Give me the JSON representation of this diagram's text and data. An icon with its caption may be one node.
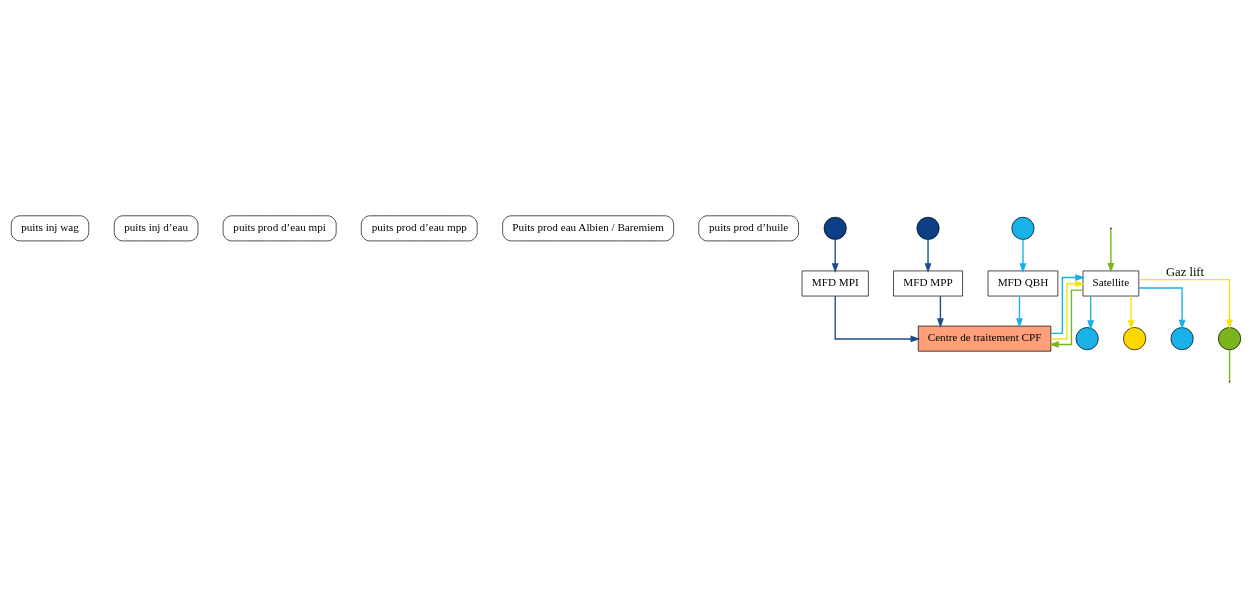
{
  "diagram": {
    "nodes": [
      {
        "text": [
          "puits inj wag"
        ]
      },
      {
        "text": [
          "puits inj d’eau"
        ]
      },
      {
        "text": [
          "puits prod d’eau mpi"
        ]
      },
      {
        "text": [
          "puits prod d’eau mpp"
        ]
      },
      {
        "text": [
          "Puits prod eau Albien / Baremiem"
        ]
      },
      {
        "text": [
          "puits prod d’huile"
        ]
      },
      {
        "text": [],
        "shape": "circle"
      },
      {
        "text": [],
        "shape": "circle"
      },
      {
        "text": [],
        "shape": "circle"
      },
      {
        "text": [],
        "shape": "circle"
      },
      {
        "text": [],
        "shape": "circle"
      },
      {
        "text": [],
        "shape": "circle"
      },
      {
        "text": [],
        "shape": "circle"
      },
      {
        "text": [
          "MFD MPI"
        ]
      },
      {
        "text": [
          "MFD MPP"
        ]
      },
      {
        "text": [
          "MFD QBH"
        ]
      },
      {
        "text": [
          "Centre de traitement CPF"
        ]
      },
      {
        "text": [
          "Satellite"
        ]
      }
    ],
    "edges": [
      {
        "from": 17,
        "to": 6,
        "arrow": "to",
        "color": "#1ab0e8"
      },
      {
        "from": 17,
        "to": 7,
        "arrow": "to",
        "color": "#f5e211"
      },
      {
        "from": 17,
        "to": 8,
        "arrow": "to",
        "color": "#1ab0e8"
      },
      {
        "from": 9,
        "to": 13,
        "arrow": "to",
        "color": "#1f4e8c"
      },
      {
        "from": 10,
        "to": 14,
        "arrow": "to",
        "color": "#1f4e8c"
      },
      {
        "from": 11,
        "to": 15,
        "arrow": "to",
        "color": "#1ab0e8"
      },
      {
        "from": 13,
        "to": 16,
        "arrow": "to",
        "color": "#1f4e8c"
      },
      {
        "from": 14,
        "to": 16,
        "arrow": "to",
        "color": "#1f4e8c"
      },
      {
        "from": 15,
        "to": 16,
        "arrow": "to",
        "color": "#1ab0e8"
      },
      {
        "from": 16,
        "to": 17,
        "arrow": "to",
        "color": "#1ab0e8"
      },
      {
        "from": 17,
        "to": 16,
        "arrow": "to",
        "color": "#7ab51d"
      },
      {
        "from": 16,
        "to": 17,
        "arrow": "to",
        "color": "#f5e211"
      },
      {
        "from": 17,
        "to": 12,
        "arrow": "to",
        "color": "#f5e211",
        "label": "Gaz lift"
      },
      {
        "from": 12,
        "to": null,
        "arrow": "none",
        "color": "#7ab51d"
      },
      {
        "from": null,
        "to": 17,
        "arrow": "to",
        "color": "#7ab51d"
      }
    ]
  }
}
